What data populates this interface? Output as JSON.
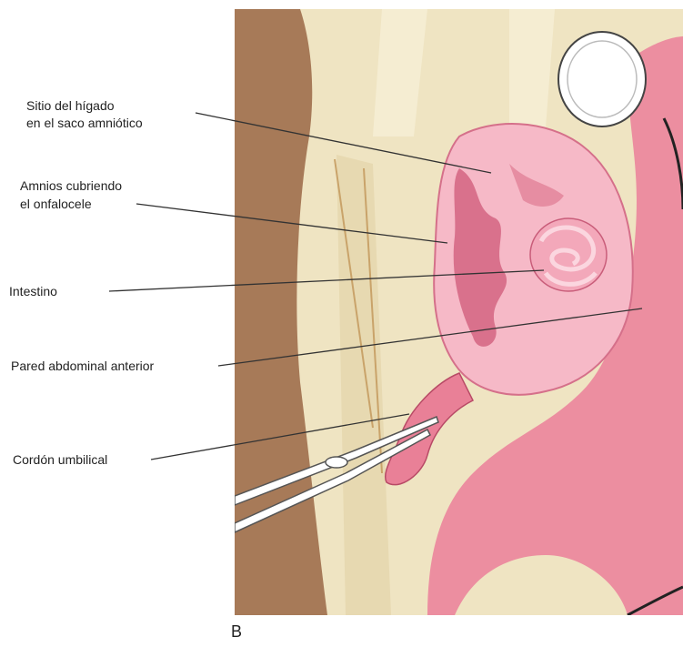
{
  "figure": {
    "panel_letter": "B",
    "labels": {
      "liver_site_line1": "Sitio del hígado",
      "liver_site_line2": "en el saco amniótico",
      "amnion_line1": "Amnios cubriendo",
      "amnion_line2": "el onfalocele",
      "intestine": "Intestino",
      "abdominal_wall": "Pared abdominal anterior",
      "umbilical_cord": "Cordón umbilical"
    },
    "colors": {
      "background": "#ffffff",
      "drape_brown": "#a77a58",
      "drape_cream": "#efe4c2",
      "drape_light": "#f5edd2",
      "skin_pink": "#ec8ea0",
      "sac_pink": "#f6b9c7",
      "sac_dark": "#cf5a78",
      "instrument": "#ffffff",
      "leader_line": "#333333",
      "label_text": "#222222"
    }
  }
}
